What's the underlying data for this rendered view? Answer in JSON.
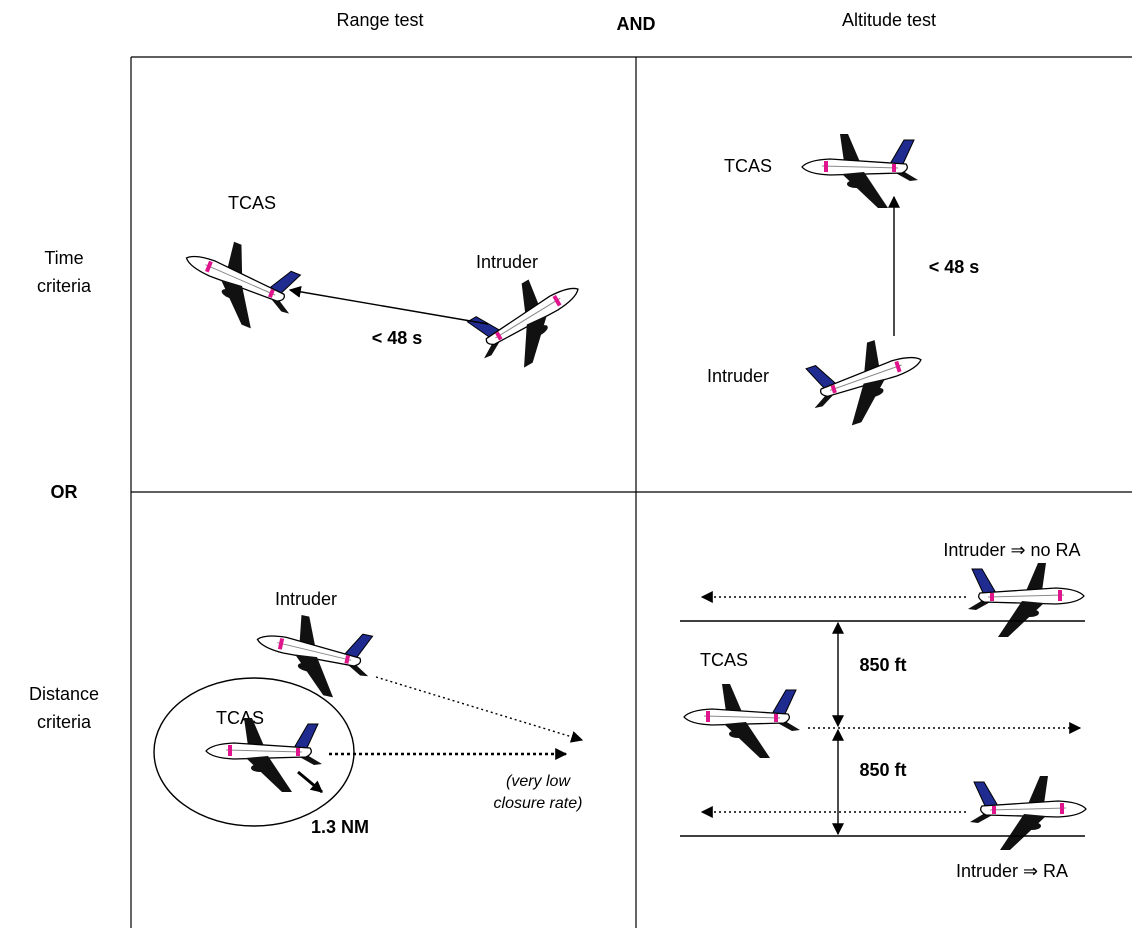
{
  "header": {
    "range_test": "Range test",
    "and": "AND",
    "altitude_test": "Altitude test"
  },
  "rows": {
    "time_line1": "Time",
    "time_line2": "criteria",
    "or": "OR",
    "distance_line1": "Distance",
    "distance_line2": "criteria"
  },
  "q1": {
    "tcas": "TCAS",
    "intruder": "Intruder",
    "time": "< 48 s"
  },
  "q2": {
    "tcas": "TCAS",
    "intruder": "Intruder",
    "time": "< 48 s"
  },
  "q3": {
    "intruder": "Intruder",
    "tcas": "TCAS",
    "radius": "1.3 NM",
    "note_line1": "(very low",
    "note_line2": "closure rate)"
  },
  "q4": {
    "intruder_no_ra": "Intruder ⇒ no RA",
    "tcas": "TCAS",
    "threshold_upper": "850 ft",
    "threshold_lower": "850 ft",
    "intruder_ra": "Intruder ⇒ RA"
  }
}
